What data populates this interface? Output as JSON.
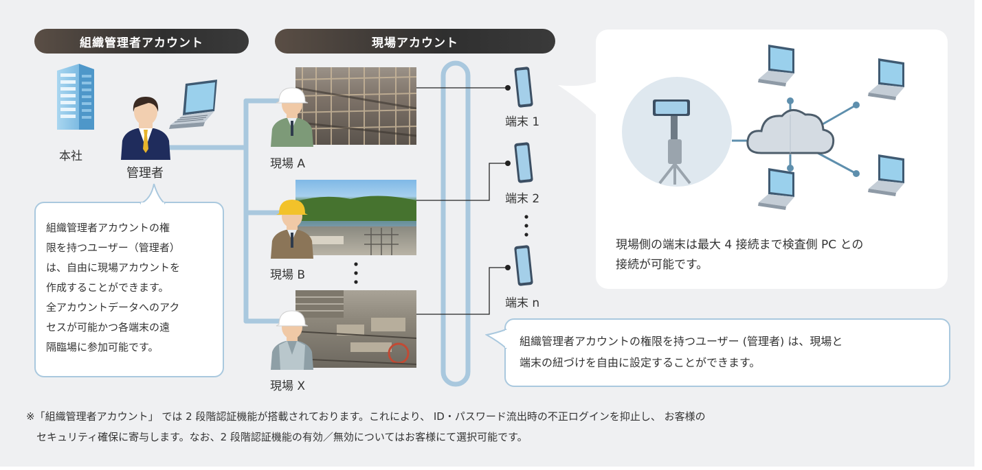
{
  "headers": {
    "org_admin": "組織管理者アカウント",
    "site_account": "現場アカウント"
  },
  "labels": {
    "head_office": "本社",
    "admin": "管理者",
    "site_a": "現場 A",
    "site_b": "現場 B",
    "site_x": "現場 X",
    "terminal_1": "端末 1",
    "terminal_2": "端末 2",
    "terminal_n": "端末 n"
  },
  "admin_bubble_lines": [
    "組織管理者アカウントの権",
    "限を持つユーザー（管理者）",
    "は、自由に現場アカウントを",
    "作成することができます。",
    "全アカウントデータへのアク",
    "セスが可能かつ各端末の遠",
    "隔臨場に参加可能です。"
  ],
  "right_panel_lines": [
    "現場側の端末は最大 4 接続まで検査側 PC との",
    "接続が可能です。"
  ],
  "link_bubble_lines": [
    "組織管理者アカウントの権限を持つユーザー (管理者) は、現場と",
    "端末の紐づけを自由に設定することができます。"
  ],
  "footnote_lines": [
    "※「組織管理者アカウント」 では 2 段階認証機能が搭載されております。これにより、 ID・パスワード流出時の不正ログインを抑止し、 お客様の",
    "　セキュリティ確保に寄与します。なお、2 段階認証機能の有効／無効についてはお客様にて選択可能です。"
  ],
  "colors": {
    "background": "#eff0f2",
    "connector_line": "#a9c8de",
    "header_pill": "#2f2f2f",
    "cloud_node": "#5e8fad"
  },
  "icons": [
    "building-icon",
    "admin-person-icon",
    "laptop-icon",
    "worker-helmet-icon",
    "smartphone-icon",
    "cloud-icon",
    "gimbal-icon"
  ]
}
